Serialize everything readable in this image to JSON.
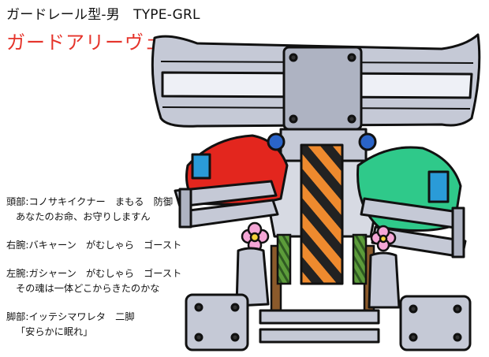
{
  "header": {
    "type_line": "ガードレール型-男　TYPE-GRL",
    "name": "ガードアリーヴェ"
  },
  "specs": [
    "頭部:コノサキイクナー　まもる　防御",
    "あなたのお命、お守りしますん",
    "右腕:バキャーン　がむしゃら　ゴースト",
    "左腕:ガシャーン　がむしゃら　ゴースト",
    "その魂は一体どこからきたのかな",
    "脚部:イッテシマワレタ　二脚",
    "「安らかに眠れ」"
  ],
  "colors": {
    "name": "#e5332a",
    "rail_metal": "#c5c9d6",
    "rail_shadow": "#8d93a8",
    "right_car": "#e3261e",
    "left_car": "#2fc98a",
    "car_window": "#2a9bd8",
    "hazard_orange": "#ee8a2e",
    "hazard_black": "#222222",
    "flower": "#f4a6d6",
    "flower_center": "#f4d23a",
    "stem": "#5c9c3a",
    "shovel_handle": "#8b5a2b"
  }
}
